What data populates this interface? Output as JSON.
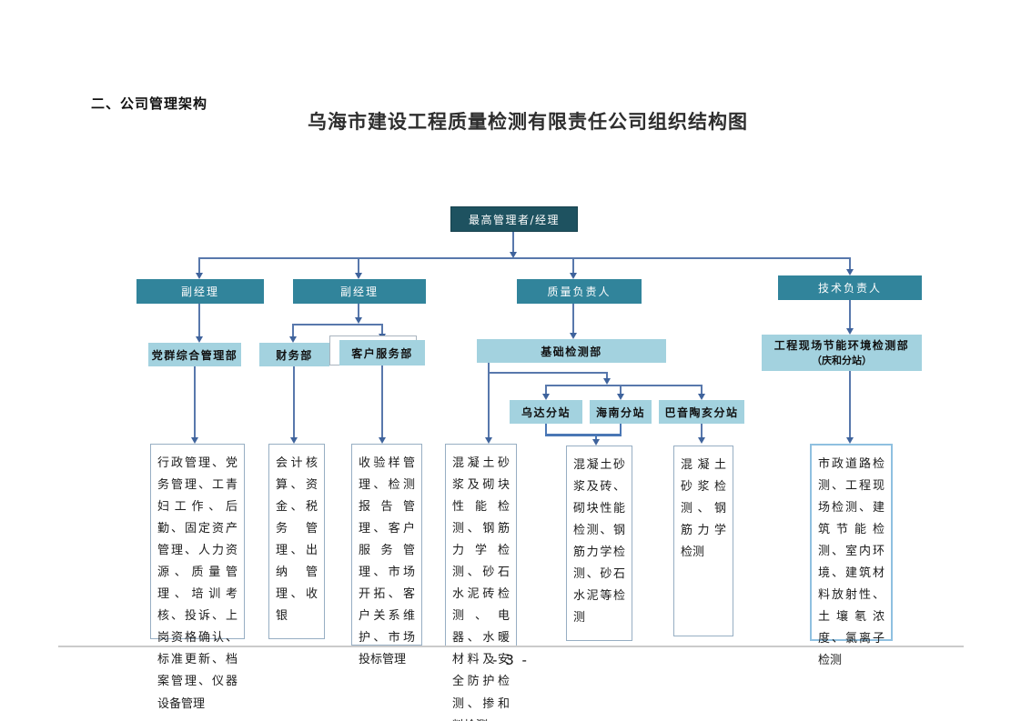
{
  "page": {
    "heading": "二、公司管理架构",
    "title": "乌海市建设工程质量检测有限责任公司组织结构图",
    "page_number": "- 3 -"
  },
  "org": {
    "top": {
      "label": "最高管理者/经理"
    },
    "level2": [
      {
        "label": "副经理"
      },
      {
        "label": "副经理"
      },
      {
        "label": "质量负责人"
      },
      {
        "label": "技术负责人"
      }
    ],
    "level3": [
      {
        "label": "党群综合管理部"
      },
      {
        "label": "财务部"
      },
      {
        "label": "客户服务部"
      },
      {
        "label": "基础检测部"
      },
      {
        "label": "工程现场节能环境检测部",
        "sublabel": "（庆和分站）"
      }
    ],
    "stations": [
      {
        "label": "乌达分站"
      },
      {
        "label": "海南分站"
      },
      {
        "label": "巴音陶亥分站"
      }
    ],
    "details": [
      "行政管理、党务管理、工青妇工作、后勤、固定资产管理、人力资源、质量管理、培训考核、投诉、上岗资格确认、标准更新、档案管理、仪器设备管理",
      "会计核算、资金、税务管理、出纳管理、收银",
      "收验样管理、检测报告管理、客户服务管理、市场开拓、客户关系维护、市场投标管理",
      "混凝土砂浆及砌块性能检测、钢筋力学检测、砂石水泥砖检测、电器、水暖材料及安全防护检测、掺和料检测",
      "混凝土砂浆及砖、砌块性能检测、钢筋力学检测、砂石水泥等检测",
      "混凝土砂浆检测、钢筋力学检测",
      "市政道路检测、工程现场检测、建筑节能检测、室内环境、建筑材料放射性、土壤氡浓度、氯离子检测"
    ],
    "colors": {
      "dark": "#1E5260",
      "mid": "#31849B",
      "light": "#A3D2DF",
      "line": "#5878AC"
    }
  }
}
